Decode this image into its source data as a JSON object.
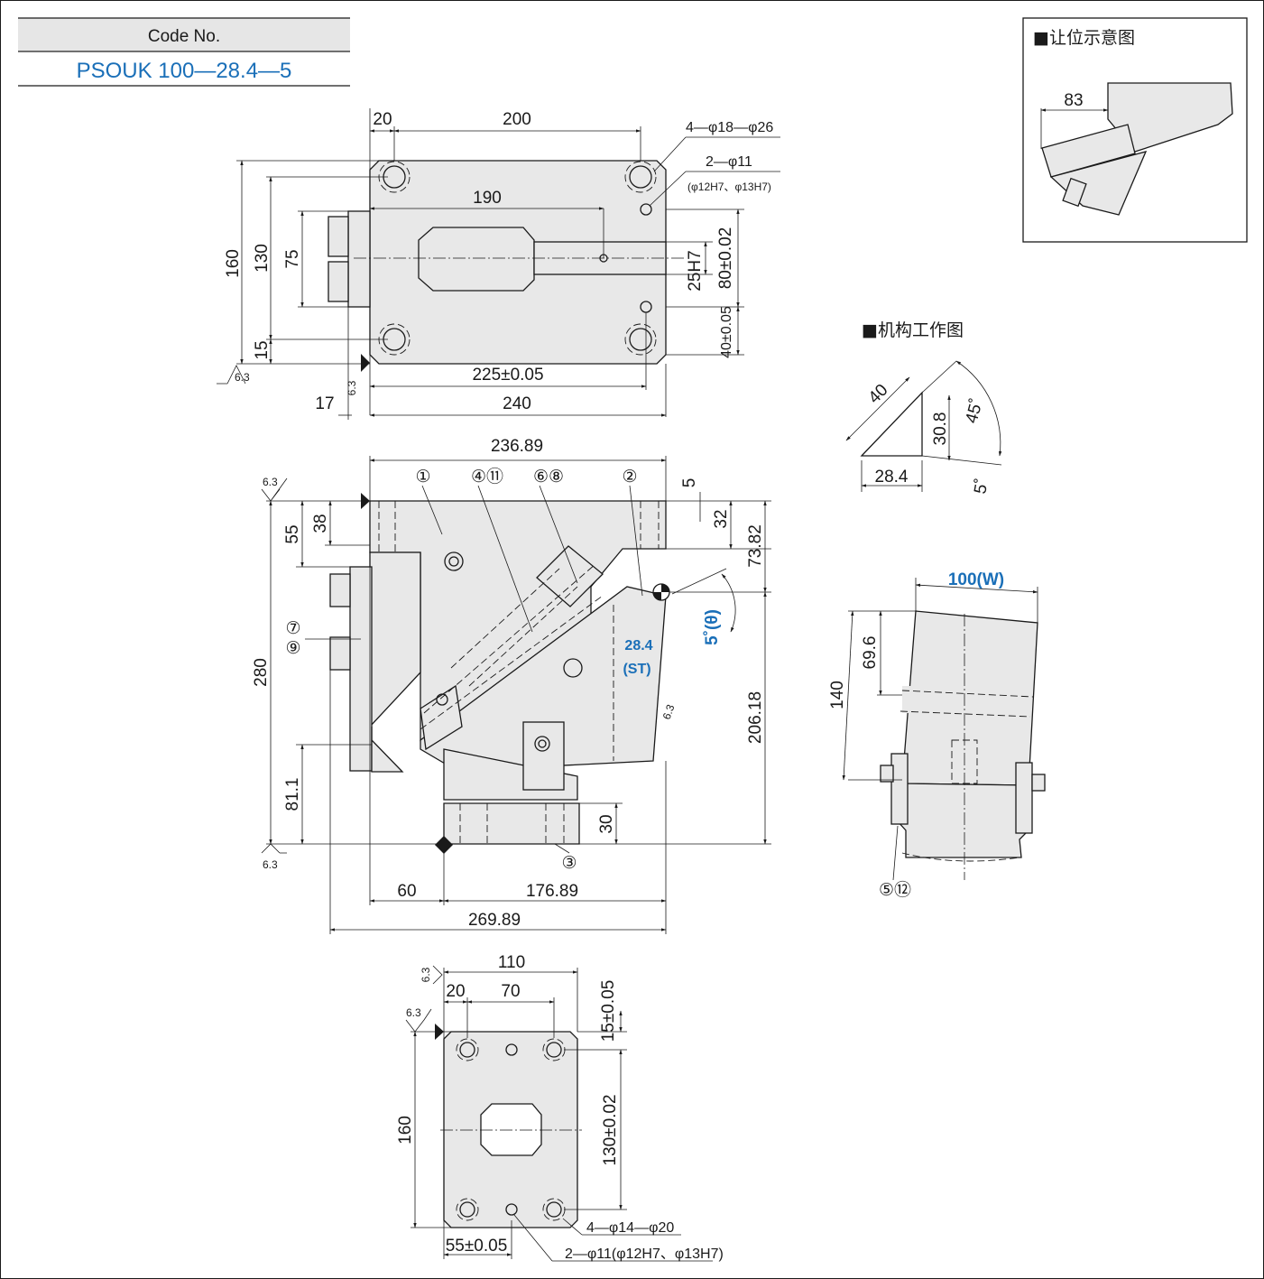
{
  "code_box": {
    "label": "Code No.",
    "value": "PSOUK 100—28.4—5"
  },
  "inset_relief": {
    "title": "■让位示意图",
    "dim": "83"
  },
  "inset_mechanism": {
    "title": "■机构工作图",
    "dim_40": "40",
    "dim_30_8": "30.8",
    "dim_28_4": "28.4",
    "angle_45": "45˚",
    "angle_5": "5˚"
  },
  "top_view": {
    "dim_20": "20",
    "dim_200": "200",
    "dim_190": "190",
    "dim_160": "160",
    "dim_130": "130",
    "dim_75": "75",
    "dim_15": "15",
    "dim_225": "225±0.05",
    "dim_240": "240",
    "dim_17": "17",
    "dim_25h7": "25H7",
    "dim_80": "80±0.02",
    "dim_40": "40±0.05",
    "note_holes_1": "4—φ18—φ26",
    "note_holes_2": "2—φ11",
    "note_holes_3": "(φ12H7、φ13H7)",
    "rough": "6.3"
  },
  "front_view": {
    "dim_236_89": "236.89",
    "dim_5": "5",
    "dim_32": "32",
    "dim_73_82": "73.82",
    "dim_55": "55",
    "dim_38": "38",
    "dim_280": "280",
    "dim_206_18": "206.18",
    "dim_81_1": "81.1",
    "dim_30": "30",
    "dim_60": "60",
    "dim_176_89": "176.89",
    "dim_269_89": "269.89",
    "stroke_val": "28.4",
    "stroke_lbl": "(ST)",
    "angle": "5˚(θ)",
    "rough": "6.3",
    "balloons": [
      "①",
      "④⑪",
      "⑥⑧",
      "②",
      "⑦",
      "⑨",
      "③"
    ]
  },
  "bottom_view": {
    "dim_110": "110",
    "dim_20": "20",
    "dim_70": "70",
    "dim_15": "15±0.05",
    "dim_160": "160",
    "dim_130": "130±0.02",
    "dim_55": "55±0.05",
    "note_holes_1": "4—φ14—φ20",
    "note_holes_2": "2—φ11(φ12H7、φ13H7)",
    "rough": "6.3"
  },
  "side_view": {
    "width": "100(W)",
    "dim_69_6": "69.6",
    "dim_140": "140",
    "balloon": "⑤⑫"
  }
}
